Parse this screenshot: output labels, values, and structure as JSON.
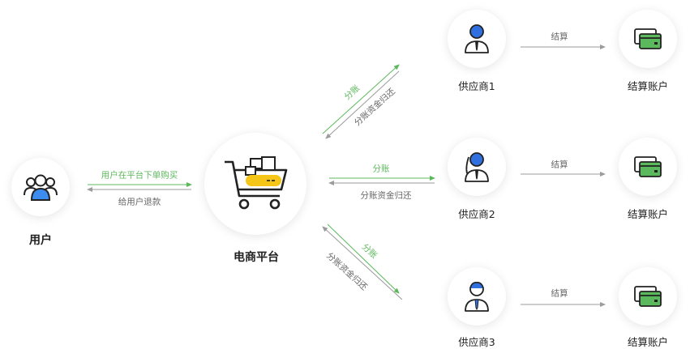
{
  "nodes": {
    "user": "用户",
    "platform": "电商平台",
    "supplier1": "供应商1",
    "supplier2": "供应商2",
    "supplier3": "供应商3",
    "account": "结算账户"
  },
  "edges": {
    "user_to_platform": "用户在平台下单购买",
    "platform_to_user": "给用户退款",
    "split": "分账",
    "split_return": "分账资金归还",
    "settle": "结算"
  },
  "colors": {
    "green": "#5cb85c",
    "gray": "#9b9b9b",
    "blue": "#2f6fe0",
    "yellow": "#f5c518"
  }
}
